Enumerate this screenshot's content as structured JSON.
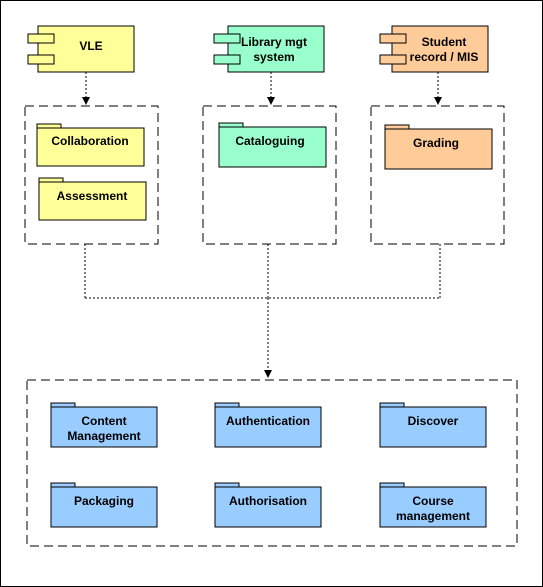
{
  "colors": {
    "vle": "#FFFF99",
    "library": "#99FFCC",
    "student": "#FFCC99",
    "shared": "#99CCFF",
    "stroke": "#000000",
    "background": "#FFFFFF"
  },
  "components": {
    "vle": {
      "label": "VLE"
    },
    "library": {
      "line1": "Library mgt",
      "line2": "system"
    },
    "student": {
      "line1": "Student",
      "line2": "record / MIS"
    }
  },
  "groups": {
    "vle": {
      "pkg1": {
        "label": "Collaboration"
      },
      "pkg2": {
        "label": "Assessment"
      }
    },
    "library": {
      "pkg1": {
        "label": "Cataloguing"
      }
    },
    "student": {
      "pkg1": {
        "label": "Grading"
      }
    }
  },
  "shared_services": {
    "content_management": {
      "line1": "Content",
      "line2": "Management"
    },
    "authentication": {
      "label": "Authentication"
    },
    "discover": {
      "label": "Discover"
    },
    "packaging": {
      "label": "Packaging"
    },
    "authorisation": {
      "label": "Authorisation"
    },
    "course_management": {
      "line1": "Course",
      "line2": "management"
    }
  }
}
